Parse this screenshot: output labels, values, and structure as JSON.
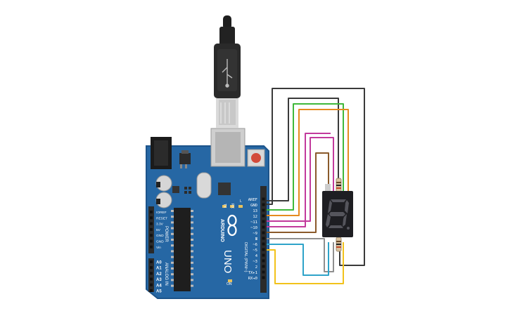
{
  "board": {
    "brand": "ARDUINO",
    "model": "UNO",
    "power_header_title": "POWER",
    "analog_header_title": "ANALOG IN",
    "digital_header_title": "DIGITAL (PWM~)",
    "led_tx": "TX",
    "led_rx": "RX",
    "led_l": "L",
    "led_on": "ON",
    "digital_pins": [
      "AREF",
      "GND",
      "13",
      "12",
      "~11",
      "~10",
      "~9",
      "8",
      "7",
      "~6",
      "~5",
      "4",
      "~3",
      "2",
      "TX▸1",
      "RX◂0"
    ],
    "power_pins": [
      "IOREF",
      "RESET",
      "3.3V",
      "5V",
      "GND",
      "GND",
      "Vin"
    ],
    "analog_pins": [
      "A0",
      "A1",
      "A2",
      "A3",
      "A4",
      "A5"
    ]
  },
  "display": {
    "digit": "8"
  },
  "colors": {
    "board": "#2667a4",
    "board_edge": "#1d548a",
    "header": "#2b2b2b",
    "wire_black": "#3a3a3a",
    "wire_green": "#3fb83a",
    "wire_orange": "#e58b1f",
    "wire_magenta": "#c23a9c",
    "wire_brown": "#8a5a2b",
    "wire_gray": "#8f8f8f",
    "wire_cyan": "#2ea3c9",
    "wire_yellow": "#f2c21b",
    "segment_off": "#55555c",
    "display_body": "#1e1e22"
  }
}
